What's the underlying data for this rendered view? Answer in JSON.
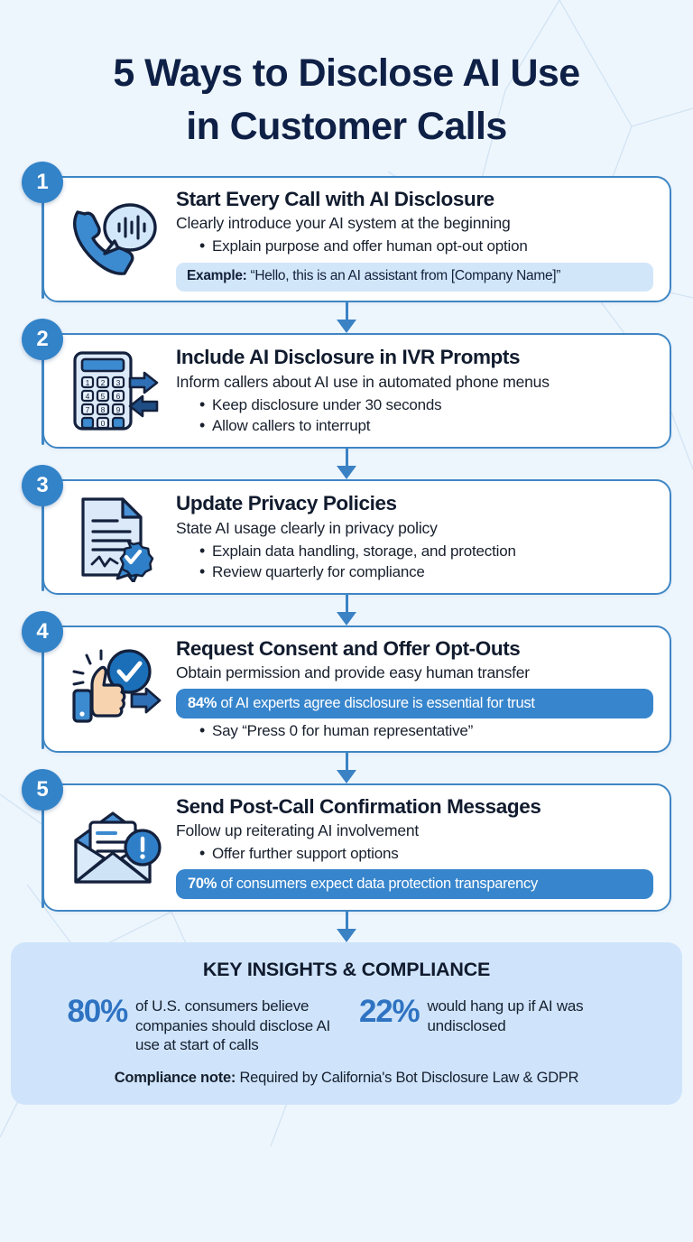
{
  "theme": {
    "background": "#eef6fd",
    "accent_blue": "#3383c8",
    "deep_navy": "#0e2046",
    "card_border": "#3f86c4",
    "pill_light": "#d2e6fa",
    "pill_blue": "#3785cc",
    "footer_bg": "#cfe4fb"
  },
  "header": {
    "title_line1": "5 Ways to Disclose AI Use",
    "title_line2": "in Customer Calls"
  },
  "steps": [
    {
      "number": "1",
      "icon": "phone-speech-bubble-icon",
      "title": "Start Every Call with AI Disclosure",
      "subtitle": "Clearly introduce your AI system at the beginning",
      "bullets": [
        "Explain purpose and offer human opt-out option"
      ],
      "pill": {
        "style": "light",
        "lead": "Example:",
        "text": " “Hello, this is an AI assistant from [Company Name]”",
        "position": "after-bullets"
      }
    },
    {
      "number": "2",
      "icon": "keypad-arrows-icon",
      "title": "Include AI Disclosure in IVR Prompts",
      "subtitle": "Inform callers about AI use in automated phone menus",
      "bullets": [
        "Keep disclosure under 30 seconds",
        "Allow callers to interrupt"
      ],
      "pill": null
    },
    {
      "number": "3",
      "icon": "document-certificate-icon",
      "title": "Update Privacy Policies",
      "subtitle": "State AI usage clearly in privacy policy",
      "bullets": [
        "Explain data handling, storage, and protection",
        "Review quarterly for compliance"
      ],
      "pill": null
    },
    {
      "number": "4",
      "icon": "thumbs-up-check-arrow-icon",
      "title": "Request Consent and Offer Opt-Outs",
      "subtitle": "Obtain permission and provide easy human transfer",
      "bullets": [
        "Say “Press 0 for human representative”"
      ],
      "pill": {
        "style": "blue",
        "lead": "84%",
        "text": " of AI experts agree disclosure is essential for trust",
        "position": "before-bullets"
      }
    },
    {
      "number": "5",
      "icon": "envelope-alert-icon",
      "title": "Send Post-Call Confirmation Messages",
      "subtitle": "Follow up reiterating AI involvement",
      "bullets": [
        "Offer further support options"
      ],
      "pill": {
        "style": "blue",
        "lead": "70%",
        "text": " of consumers expect data protection transparency",
        "position": "after-bullets"
      }
    }
  ],
  "footer": {
    "title": "KEY INSIGHTS & COMPLIANCE",
    "stats": [
      {
        "number": "80%",
        "text": "of U.S. consumers believe companies should disclose AI use at start of calls"
      },
      {
        "number": "22%",
        "text": "would hang up if AI was undisclosed"
      }
    ],
    "compliance_lead": "Compliance note:",
    "compliance_text": " Required by California's Bot Disclosure Law & GDPR"
  },
  "icon_keypad_digits": [
    "1",
    "2",
    "3",
    "4",
    "5",
    "6",
    "7",
    "8",
    "9",
    "0"
  ]
}
